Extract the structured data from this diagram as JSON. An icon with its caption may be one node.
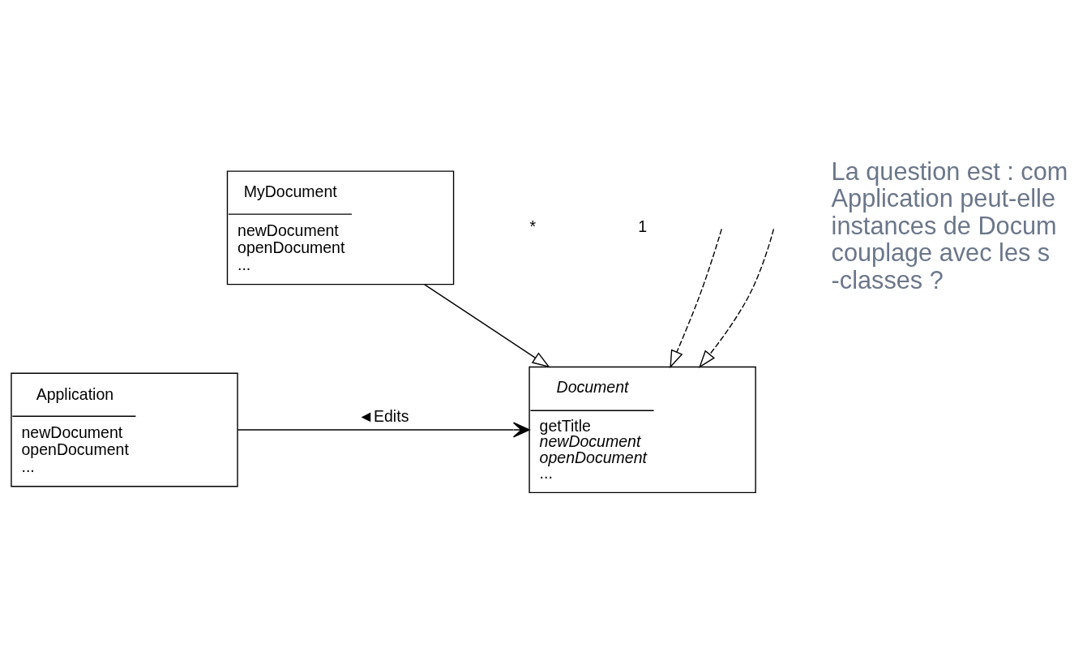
{
  "diagram": {
    "nodes": [
      {
        "text": [
          "Document",
          "getTitle",
          "newDocument",
          "openDocument",
          "..."
        ]
      },
      {
        "text": [
          "Application",
          "newDocument",
          "openDocument",
          "..."
        ]
      },
      {
        "text": [
          "MyDocument",
          "newDocument",
          "openDocument",
          "..."
        ]
      }
    ],
    "edges": [
      {
        "from": 1,
        "to": 0,
        "arrow": "to",
        "label": "◄Edits"
      },
      {
        "from": 2,
        "to": 0,
        "arrow": "to"
      },
      {
        "from": null,
        "to": 0,
        "arrow": "to",
        "style": "dashed"
      },
      {
        "from": null,
        "to": 0,
        "arrow": "to",
        "style": "dashed"
      }
    ],
    "labels": [
      "*",
      "1",
      "La question est : com Application peut-elle instances de Docum couplage avec les s -classes ?"
    ]
  }
}
